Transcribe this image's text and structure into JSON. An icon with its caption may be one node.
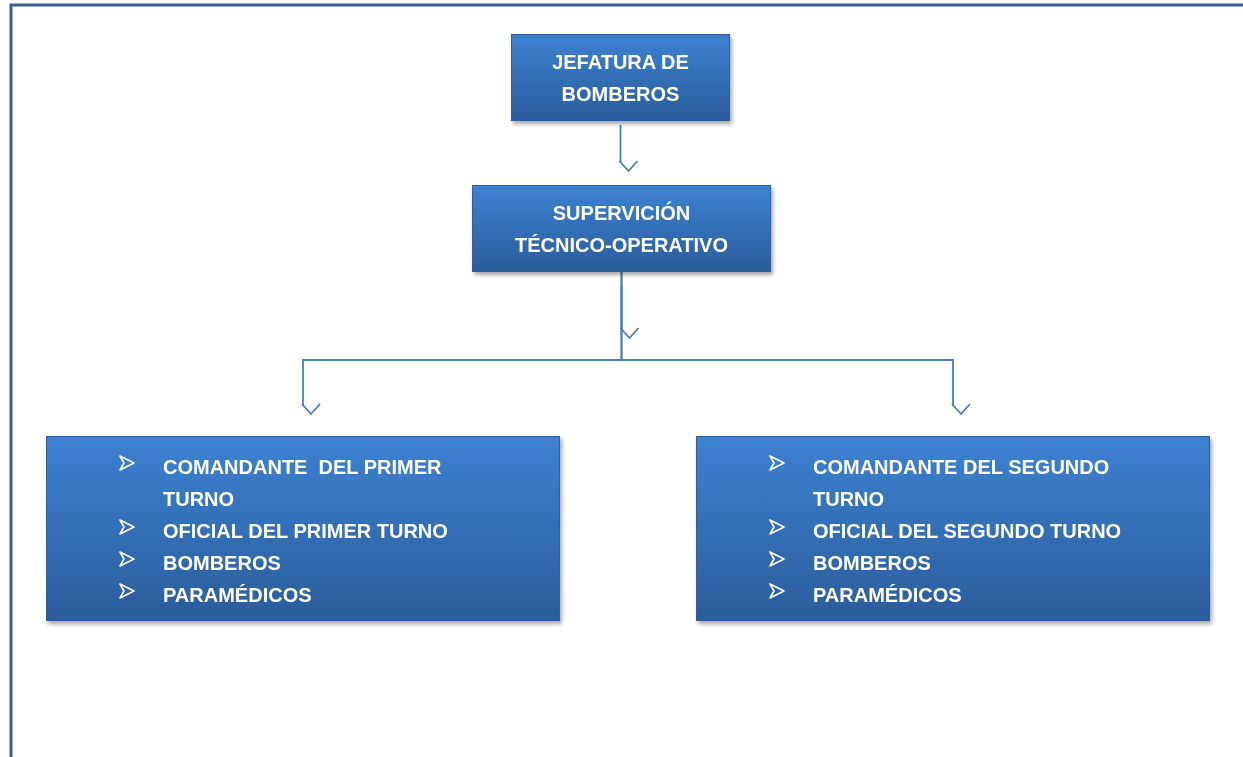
{
  "diagram": {
    "nodes": [
      {
        "text": [
          "JEFATURA DE BOMBEROS"
        ]
      },
      {
        "text": [
          "SUPERVICIÓN TÉCNICO-OPERATIVO"
        ]
      },
      {
        "text": [
          "COMANDANTE  DEL PRIMER TURNO",
          "OFICIAL DEL PRIMER TURNO",
          "BOMBEROS",
          "PARAMÉDICOS"
        ]
      },
      {
        "text": [
          "COMANDANTE DEL SEGUNDO TURNO",
          "OFICIAL DEL SEGUNDO TURNO",
          "BOMBEROS",
          "PARAMÉDICOS"
        ]
      }
    ],
    "edges": [
      {
        "from": 0,
        "to": 1,
        "arrow": "to"
      },
      {
        "from": 1,
        "to": 2,
        "arrow": "to"
      },
      {
        "from": 1,
        "to": 3,
        "arrow": "to"
      }
    ]
  }
}
